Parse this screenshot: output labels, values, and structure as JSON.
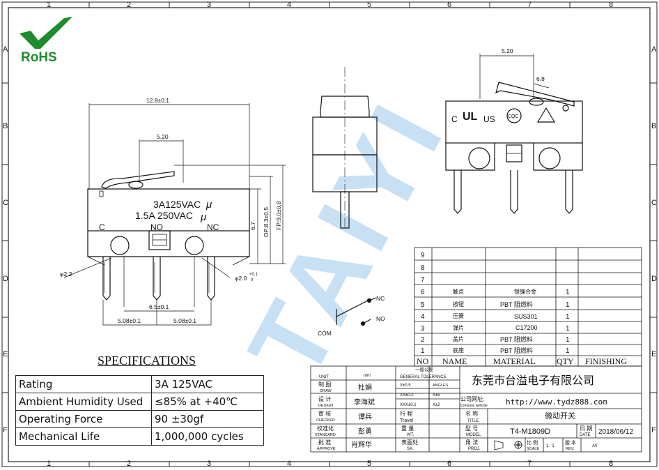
{
  "drawing": {
    "border_columns": [
      "1",
      "2",
      "3",
      "4",
      "5",
      "6",
      "7",
      "8"
    ],
    "border_rows": [
      "A",
      "B",
      "C",
      "D",
      "E",
      "F"
    ],
    "logo": {
      "text": "RoHS",
      "color": "#1d8c2e"
    },
    "watermark": {
      "text": "TAIYI",
      "color": "#9cc8ec"
    }
  },
  "front_view": {
    "dims": {
      "overall_width": "12.8±0.1",
      "lever_offset": "5.20",
      "pin_spacing_center": "6.5±0.1",
      "pin_spacing_left": "5.08±0.1",
      "pin_spacing_right": "5.08±0.1",
      "hole_left": "φ2.2",
      "hole_right": "φ2.0",
      "hole_right_tol_plus": "+0.1",
      "hole_right_tol_minus": "0",
      "height_body": "6.7",
      "height_op": "OP:8.3±0.5",
      "height_fp": "FP:9.0±0.8"
    },
    "body_text_line1": "3A125VAC",
    "body_text_line2": "1.5A 250VAC",
    "body_text_mu": "μ",
    "terminal_labels": [
      "C",
      "NO",
      "NC"
    ]
  },
  "right_view": {
    "dims": {
      "width": "5.20",
      "lever": "6.8"
    },
    "marks": {
      "c": "C",
      "us": "US",
      "cqc": "CQC"
    }
  },
  "schematic": {
    "com": "COM",
    "nc": "NC",
    "no": "NO"
  },
  "bom": {
    "headers": [
      "NO",
      "NAME",
      "MATERIAL",
      "QTY",
      "FINISHING"
    ],
    "rows": [
      {
        "no": "9",
        "name": "",
        "material": "",
        "qty": "",
        "finishing": ""
      },
      {
        "no": "8",
        "name": "",
        "material": "",
        "qty": "",
        "finishing": ""
      },
      {
        "no": "7",
        "name": "",
        "material": "",
        "qty": "",
        "finishing": ""
      },
      {
        "no": "6",
        "name": "触点",
        "material": "银镍合金",
        "qty": "1",
        "finishing": ""
      },
      {
        "no": "5",
        "name": "按钮",
        "material": "PBT 阻燃料",
        "qty": "1",
        "finishing": ""
      },
      {
        "no": "4",
        "name": "压簧",
        "material": "SUS301",
        "qty": "1",
        "finishing": ""
      },
      {
        "no": "3",
        "name": "弹片",
        "material": "C17200",
        "qty": "1",
        "finishing": ""
      },
      {
        "no": "2",
        "name": "盖片",
        "material": "PBT 阻燃料",
        "qty": "1",
        "finishing": ""
      },
      {
        "no": "1",
        "name": "底座",
        "material": "PBT 阻燃料",
        "qty": "1",
        "finishing": ""
      }
    ]
  },
  "title_block": {
    "unit_label": "UNIT",
    "unit_value": "mm",
    "draw_label": "制 图",
    "draw_label_en": "DRAW",
    "draw_name": "杜娟",
    "design_label": "设 计",
    "design_label_en": "DESIGN",
    "design_name": "李海斌",
    "checked_label": "审 核",
    "checked_label_en": "CHECKED",
    "checked_name": "谭兵",
    "standard_label": "校准化",
    "standard_label_en": "STANDARD",
    "standard_name": "彭勇",
    "approve_label": "批 准",
    "approve_label_en": "APPROVE",
    "approve_name": "肖辉华",
    "tolerance_label": "一般公差",
    "tolerance_label_en": "GENERAL TOLERANCE",
    "tol_x": "X±0.5",
    "tol_angles": "ANGLES",
    "tol_xx": "XX±0.2",
    "tol_xx_angle": "X±5",
    "tol_xxx": "XXX±0.1",
    "tol_xxx_angle": "X±2",
    "weight_label": "重 量",
    "weight_label_en": "WT.",
    "travel_label": "行 程",
    "travel_label_en": "Travel",
    "surface_label": "表面处",
    "surface_label_en": "SA.",
    "company": "东莞市台溢电子有限公司",
    "website_label": "公司网址:",
    "website_label_en": "Company website",
    "website": "http://www.tydz888.com",
    "title_label": "名 称",
    "title_label_en": "TITLE",
    "title_value": "微动开关",
    "model_label": "型 号",
    "model_label_en": "MODEL",
    "model_value": "T4-M1809D",
    "date_label": "日 期",
    "date_label_en": "DATE",
    "date_value": "2018/06/12",
    "proj_label": "角 法",
    "proj_label_en": "PROJ.",
    "scale_label": "比 例",
    "scale_label_en": "SCALE",
    "scale_value": "1 : 1",
    "rev_label": "版 本",
    "rev_label_en": "REV.",
    "rev_value": "A0"
  },
  "specs": {
    "title": "SPECIFICATIONS",
    "rows": [
      {
        "key": "Rating",
        "value": "3A  125VAC"
      },
      {
        "key": "Ambient Humidity Used",
        "value": "≤85% at +40℃"
      },
      {
        "key": "Operating Force",
        "value": "90 ±30gf"
      },
      {
        "key": "Mechanical Life",
        "value": "1,000,000 cycles"
      }
    ]
  }
}
